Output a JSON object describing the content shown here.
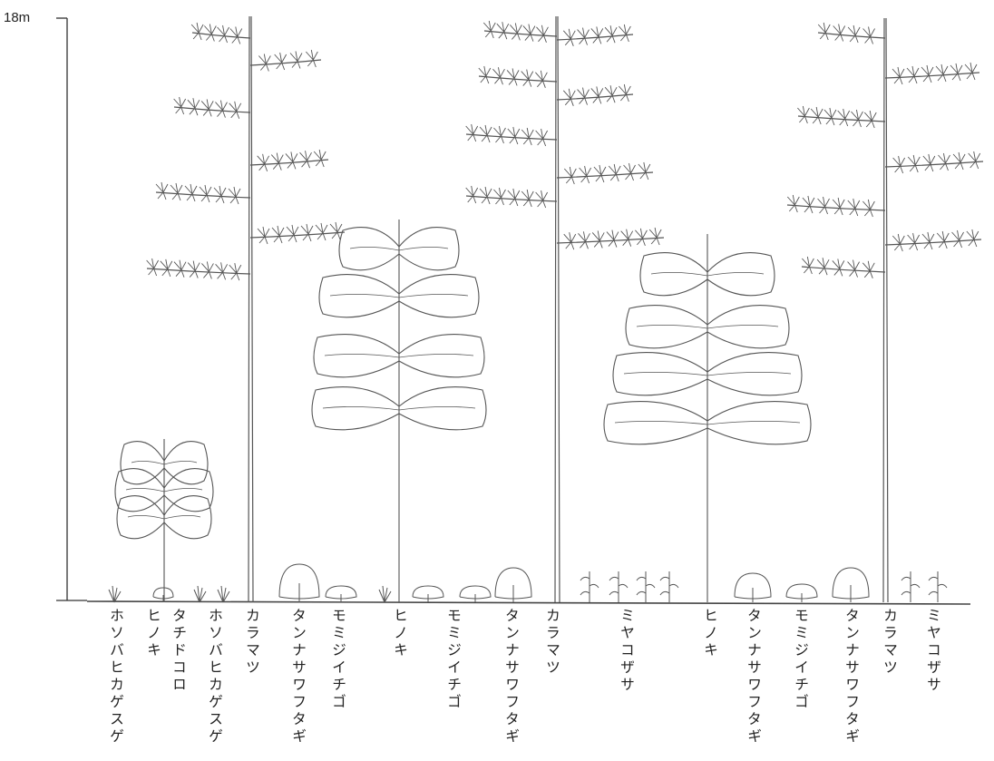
{
  "scale": {
    "label": "18m"
  },
  "species_labels": [
    "ホソバヒカゲスゲ",
    "ヒノキ",
    "タチドコロ",
    "ホソバヒカゲスゲ",
    "カラマツ",
    "タンナサワフタギ",
    "モミジイチゴ",
    "ヒノキ",
    "モミジイチゴ",
    "タンナサワフタギ",
    "カラマツ",
    "ミヤコザサ",
    "ヒノキ",
    "タンナサワフタギ",
    "モミジイチゴ",
    "タンナサワフタギ",
    "カラマツ",
    "ミヤコザサ"
  ],
  "colors": {
    "pencil": "#555555",
    "ink": "#222222"
  }
}
